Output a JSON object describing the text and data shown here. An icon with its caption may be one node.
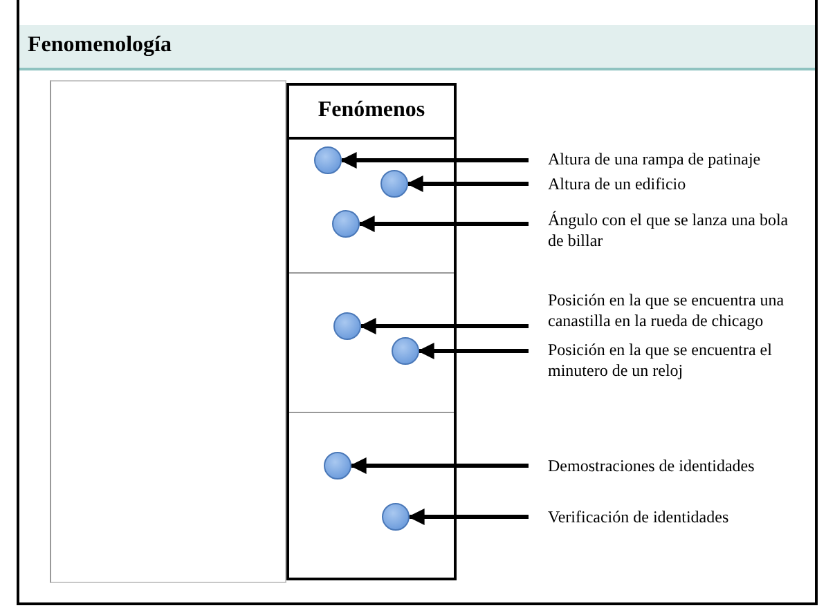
{
  "diagram": {
    "title": "Fenomenología",
    "nodes": [
      {
        "text": [
          "Fenómenos"
        ]
      },
      {
        "text": [],
        "shape": "box",
        "in": 0
      },
      {
        "text": [],
        "shape": "circle",
        "in": 1
      },
      {
        "text": [],
        "shape": "circle",
        "in": 1
      },
      {
        "text": [],
        "shape": "circle",
        "in": 1
      },
      {
        "text": [],
        "shape": "box",
        "in": 0
      },
      {
        "text": [],
        "shape": "circle",
        "in": 5
      },
      {
        "text": [],
        "shape": "circle",
        "in": 5
      },
      {
        "text": [],
        "shape": "box",
        "in": 0
      },
      {
        "text": [],
        "shape": "circle",
        "in": 8
      },
      {
        "text": [],
        "shape": "circle",
        "in": 8
      },
      {
        "text": [
          "Altura de una rampa de patinaje"
        ]
      },
      {
        "text": [
          "Altura de un edificio"
        ]
      },
      {
        "text": [
          "Ángulo con el que se lanza una bola de billar"
        ]
      },
      {
        "text": [
          "Posición en la que se encuentra una canastilla en la rueda de chicago"
        ]
      },
      {
        "text": [
          "Posición en la que se encuentra el minutero de un reloj"
        ]
      },
      {
        "text": [
          "Demostraciones de identidades"
        ]
      },
      {
        "text": [
          "Verificación de identidades"
        ]
      }
    ],
    "edges": [
      {
        "from": 11,
        "to": 2,
        "arrow": "to"
      },
      {
        "from": 12,
        "to": 3,
        "arrow": "to"
      },
      {
        "from": 13,
        "to": 4,
        "arrow": "to"
      },
      {
        "from": 14,
        "to": 6,
        "arrow": "to"
      },
      {
        "from": 15,
        "to": 7,
        "arrow": "to"
      },
      {
        "from": 16,
        "to": 9,
        "arrow": "to"
      },
      {
        "from": 17,
        "to": 10,
        "arrow": "to"
      }
    ]
  }
}
